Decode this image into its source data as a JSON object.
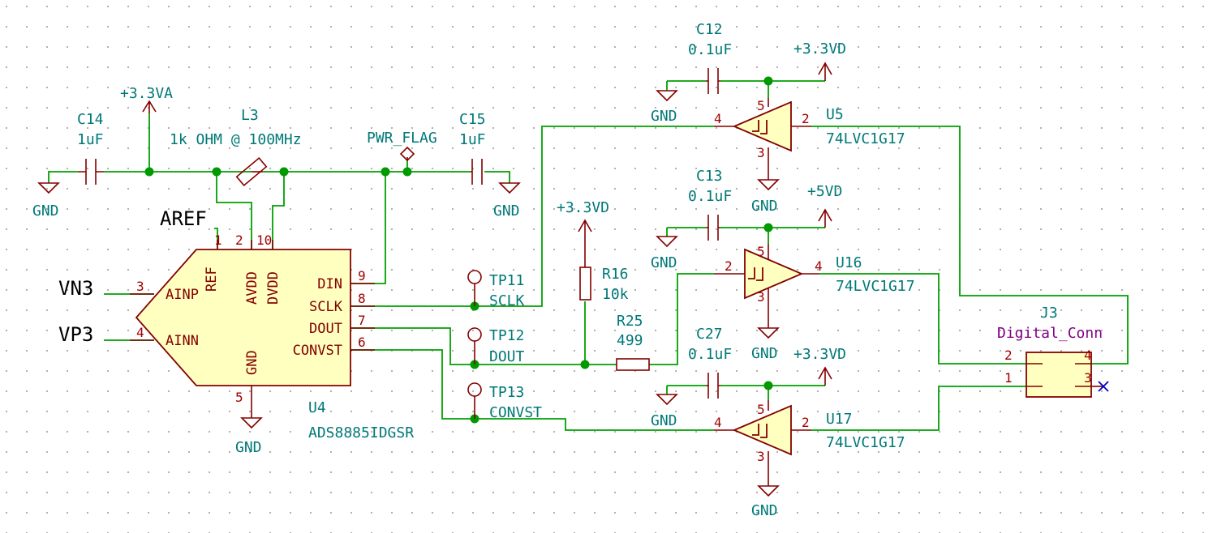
{
  "power": {
    "v33va": "+3.3VA",
    "v33vd_top": "+3.3VD",
    "v33vd_mid": "+3.3VD",
    "v5vd": "+5VD",
    "v33vd_bot": "+3.3VD",
    "pwr_flag": "PWR_FLAG",
    "gnd": "GND"
  },
  "components": {
    "c14": {
      "ref": "C14",
      "value": "1uF"
    },
    "l3": {
      "ref": "L3",
      "value": "1k OHM @ 100MHz"
    },
    "c15": {
      "ref": "C15",
      "value": "1uF"
    },
    "c12": {
      "ref": "C12",
      "value": "0.1uF"
    },
    "c13": {
      "ref": "C13",
      "value": "0.1uF"
    },
    "c27": {
      "ref": "C27",
      "value": "0.1uF"
    },
    "r16": {
      "ref": "R16",
      "value": "10k"
    },
    "r25": {
      "ref": "R25",
      "value": "499"
    },
    "u4": {
      "ref": "U4",
      "value": "ADS8885IDGSR",
      "pins": {
        "ref": "REF",
        "avdd": "AVDD",
        "dvdd": "DVDD",
        "ainp": "AINP",
        "ainn": "AINN",
        "din": "DIN",
        "sclk": "SCLK",
        "dout": "DOUT",
        "convst": "CONVST",
        "gnd": "GND"
      },
      "pin_numbers": {
        "ref": "1",
        "avdd": "2",
        "dvdd": "10",
        "ainp": "3",
        "ainn": "4",
        "din": "9",
        "sclk": "8",
        "dout": "7",
        "convst": "6",
        "gnd": "5"
      }
    },
    "u5": {
      "ref": "U5",
      "value": "74LVC1G17",
      "pins": {
        "in": "4",
        "out": "2",
        "vcc": "5",
        "gnd": "3"
      }
    },
    "u16": {
      "ref": "U16",
      "value": "74LVC1G17",
      "pins": {
        "in": "2",
        "out": "4",
        "vcc": "5",
        "gnd": "3"
      }
    },
    "u17": {
      "ref": "U17",
      "value": "74LVC1G17",
      "pins": {
        "in": "4",
        "out": "2",
        "vcc": "5",
        "gnd": "3"
      }
    },
    "j3": {
      "ref": "J3",
      "value": "Digital_Conn",
      "pins": {
        "p1": "1",
        "p2": "2",
        "p3": "3",
        "p4": "4"
      }
    }
  },
  "test_points": {
    "tp11": {
      "ref": "TP11",
      "net": "SCLK"
    },
    "tp12": {
      "ref": "TP12",
      "net": "DOUT"
    },
    "tp13": {
      "ref": "TP13",
      "net": "CONVST"
    }
  },
  "net_labels": {
    "aref": "AREF",
    "vn3": "VN3",
    "vp3": "VP3"
  },
  "colors": {
    "wire": "#00a000",
    "symbol": "#840000",
    "body_fill": "#ffffc0",
    "text": "#007878",
    "connector_text": "#800080",
    "no_connect": "#0000c0"
  }
}
